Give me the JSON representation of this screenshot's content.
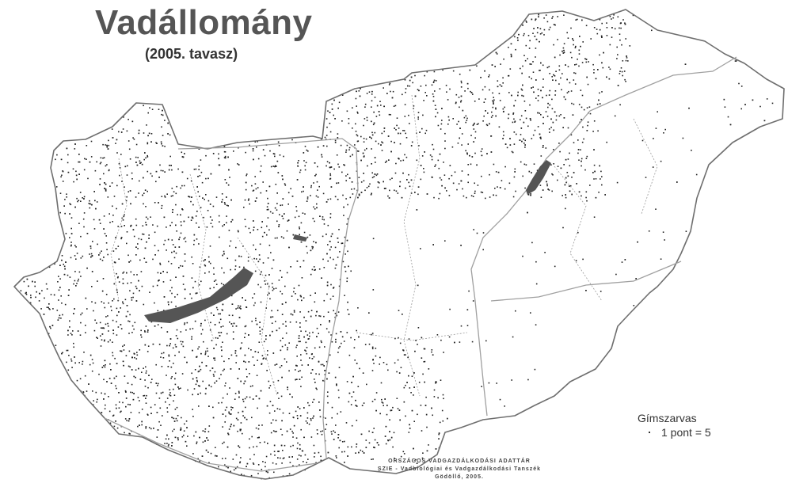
{
  "header": {
    "title": "Vadállomány",
    "subtitle": "(2005. tavasz)"
  },
  "legend": {
    "species": "Gímszarvas",
    "scale": "1 pont = 5"
  },
  "source": {
    "line1": "ORSZÁGOS VADGAZDÁLKODÁSI ADATTÁR",
    "line2": "SZIE - Vadbiológiai és Vadgazdálkodási Tanszék",
    "line3": "Gödöllő, 2005."
  },
  "colors": {
    "dots": "#222222",
    "border": "#666666",
    "rivers": "#9a9a9a",
    "lakes": "#555555",
    "title": "#555555"
  }
}
